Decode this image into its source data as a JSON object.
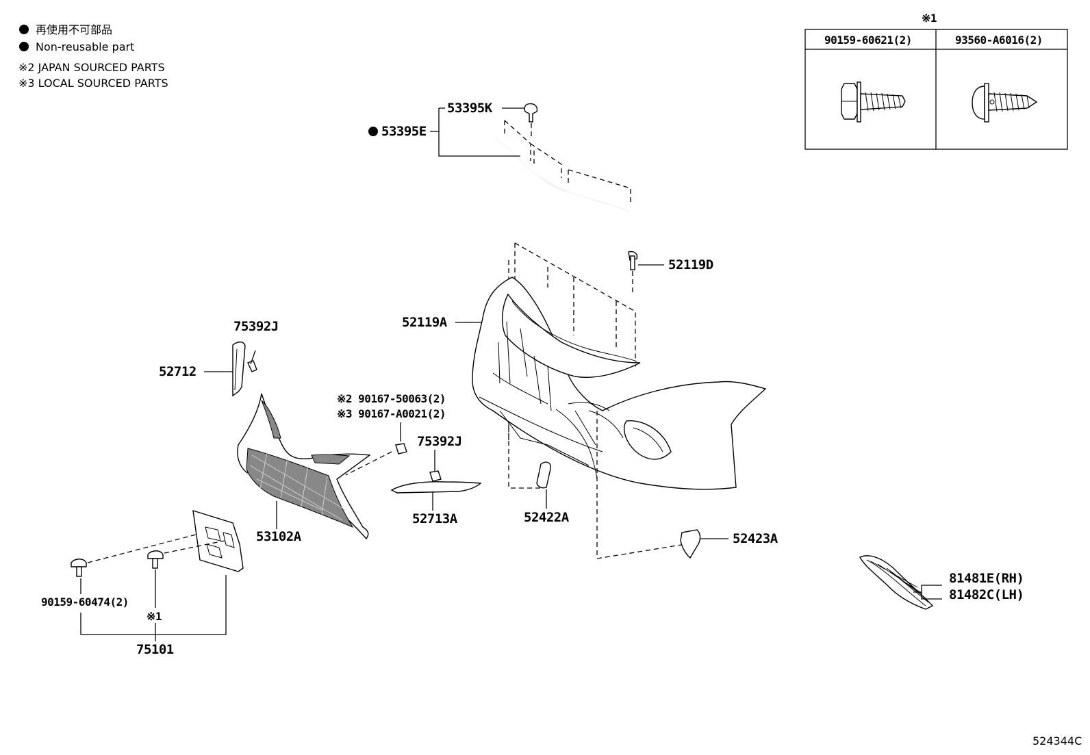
{
  "legend": {
    "item1": "再使用不可部品",
    "item2": "Non-reusable part",
    "item3": "※2 JAPAN SOURCED PARTS",
    "item4": "※3 LOCAL SOURCED PARTS"
  },
  "fastener_table": {
    "note": "※1",
    "col1": "90159-60621(2)",
    "col2": "93560-A6016(2)"
  },
  "parts": {
    "p53395K": "53395K",
    "p53395E": "53395E",
    "p52119D": "52119D",
    "p52119A": "52119A",
    "p75392J_a": "75392J",
    "p52712": "52712",
    "p90167_1": "※2 90167-50063(2)",
    "p90167_2": "※3 90167-A0021(2)",
    "p75392J_b": "75392J",
    "p52713A": "52713A",
    "p52422A": "52422A",
    "p53102A": "53102A",
    "p52423A": "52423A",
    "p81481E": "81481E(RH)",
    "p81482C": "81482C(LH)",
    "p90159": "90159-60474(2)",
    "pnote1": "※1",
    "p75101": "75101"
  },
  "diagram_id": "524344C"
}
